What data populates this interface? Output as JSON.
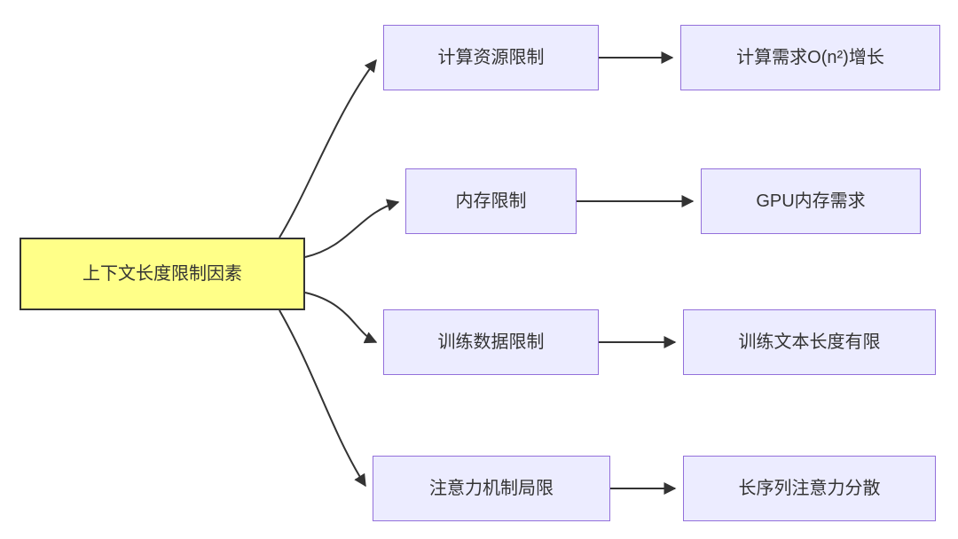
{
  "diagram": {
    "type": "flowchart",
    "root": {
      "label": "上下文长度限制因素"
    },
    "rows": [
      {
        "mid": "计算资源限制",
        "right": "计算需求O(n²)增长"
      },
      {
        "mid": "内存限制",
        "right": "GPU内存需求"
      },
      {
        "mid": "训练数据限制",
        "right": "训练文本长度有限"
      },
      {
        "mid": "注意力机制局限",
        "right": "长序列注意力分散"
      }
    ],
    "colors": {
      "edge": "#333333",
      "text": "#333333",
      "node_fill": "#ECECFF",
      "node_border": "#9370DB",
      "root_fill": "#FFFF88",
      "root_border": "#333333"
    }
  }
}
